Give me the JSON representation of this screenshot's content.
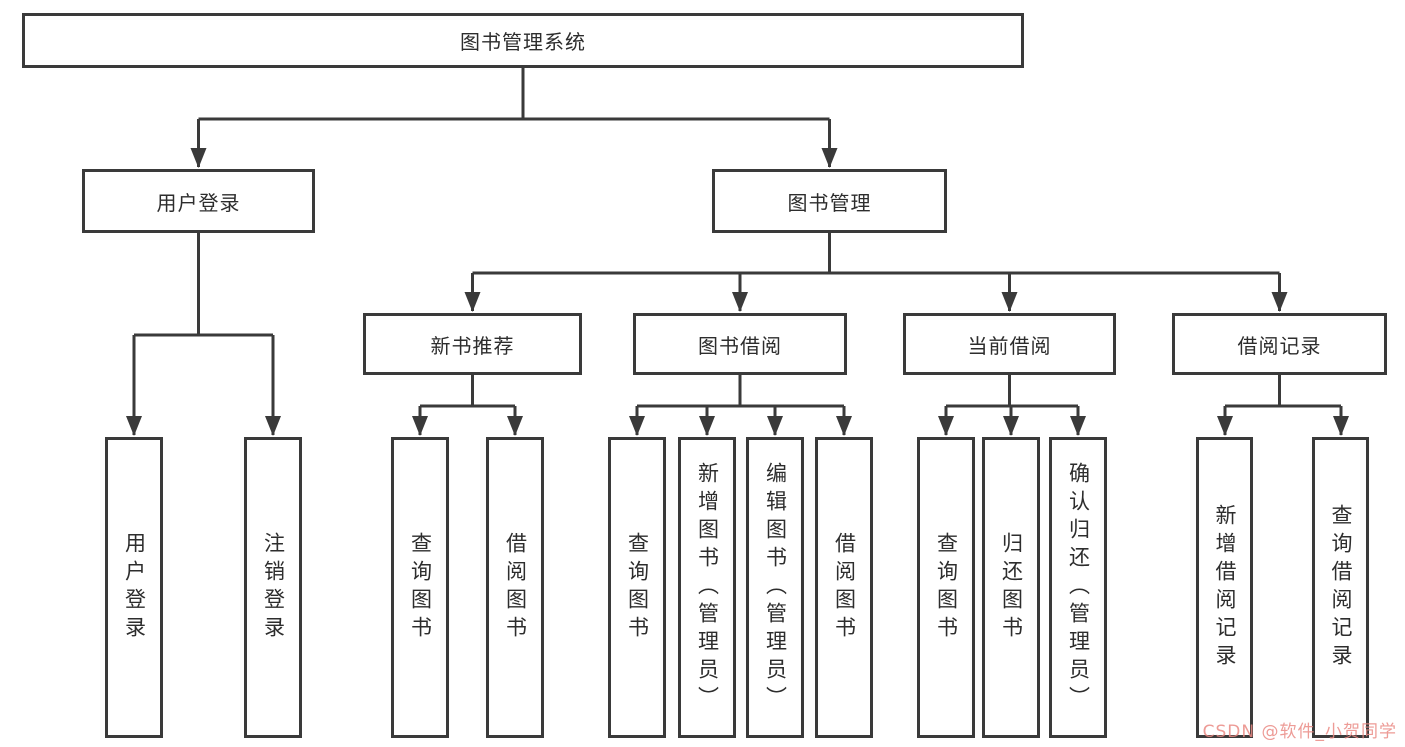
{
  "diagram": {
    "root": {
      "label": "图书管理系统"
    },
    "branches": [
      {
        "label": "用户登录",
        "children": [
          "用户登录",
          "注销登录"
        ]
      },
      {
        "label": "图书管理",
        "children": [
          {
            "label": "新书推荐",
            "children": [
              "查询图书",
              "借阅图书"
            ]
          },
          {
            "label": "图书借阅",
            "children": [
              "查询图书",
              "新增图书（管理员）",
              "编辑图书（管理员）",
              "借阅图书"
            ]
          },
          {
            "label": "当前借阅",
            "children": [
              "查询图书",
              "归还图书",
              "确认归还（管理员）"
            ]
          },
          {
            "label": "借阅记录",
            "children": [
              "新增借阅记录",
              "查询借阅记录"
            ]
          }
        ]
      }
    ]
  },
  "colors": {
    "line": "#3a3a3a",
    "text": "#2d2d2d",
    "watermark": "#ea8a84"
  },
  "watermark": {
    "text": "CSDN @软件_小贺同学"
  }
}
